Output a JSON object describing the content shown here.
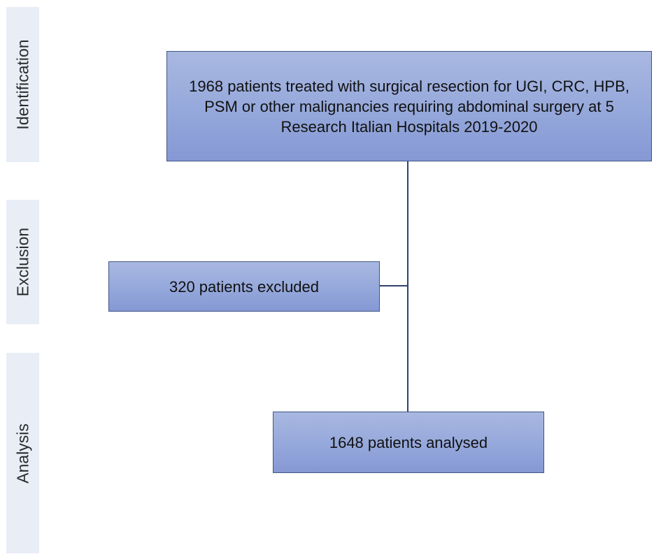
{
  "stages": {
    "identification": "Identification",
    "exclusion": "Exclusion",
    "analysis": "Analysis"
  },
  "boxes": {
    "identified": {
      "text": "1968 patients treated with surgical resection for UGI, CRC, HPB, PSM or other malignancies requiring abdominal surgery  at 5 Research Italian Hospitals 2019-2020",
      "count": 1968
    },
    "excluded": {
      "text": "320 patients excluded",
      "count": 320
    },
    "analysed": {
      "text": "1648 patients analysed",
      "count": 1648
    }
  },
  "colors": {
    "box_fill_top": "#a9b8e1",
    "box_fill_bottom": "#8598d4",
    "box_border": "#3f5685",
    "connector": "#2e4170",
    "stage_label_bg": "#e8edf6"
  }
}
